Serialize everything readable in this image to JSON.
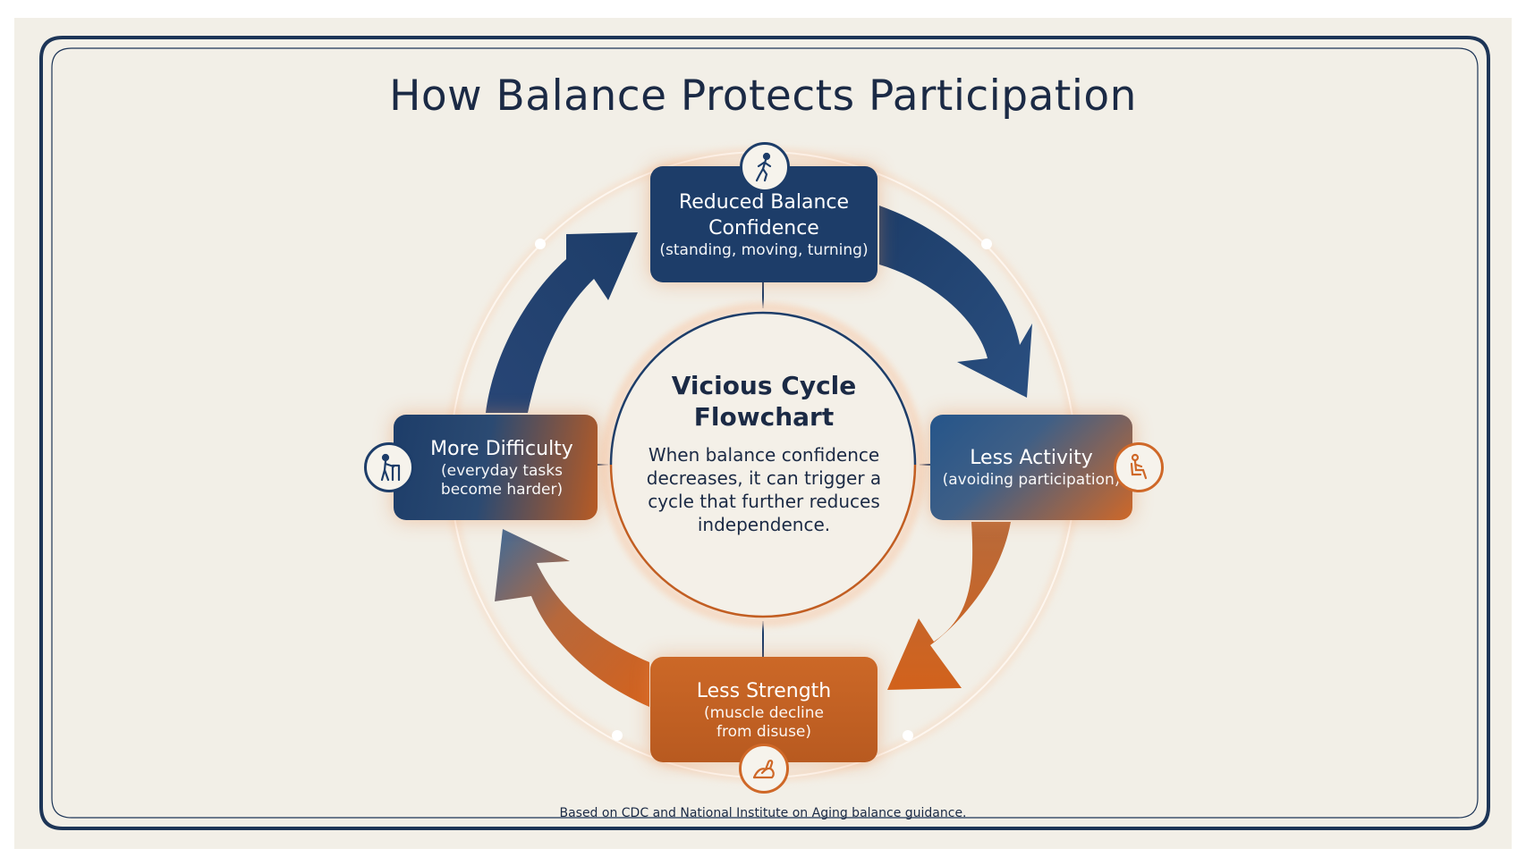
{
  "title": "How Balance Protects Participation",
  "center": {
    "heading": "Vicious Cycle Flowchart",
    "description": "When balance confidence decreases, it can trigger a cycle that further reduces independence."
  },
  "nodes": {
    "top": {
      "title": "Reduced Balance Confidence",
      "subtitle": "(standing, moving, turning)",
      "icon": "walking-person-icon"
    },
    "right": {
      "title": "Less Activity",
      "subtitle": "(avoiding participation)",
      "icon": "seated-person-icon"
    },
    "bottom": {
      "title": "Less Strength",
      "subtitle": "(muscle decline from disuse)",
      "icon": "flexed-arm-icon"
    },
    "left": {
      "title": "More Difficulty",
      "subtitle": "(everyday tasks become harder)",
      "icon": "walker-person-icon"
    }
  },
  "footnote": "Based on CDC and National Institute on Aging balance guidance.",
  "colors": {
    "navy": "#1d3d69",
    "orange": "#cf6828",
    "background": "#f2efe7",
    "text": "#1b2a45"
  }
}
